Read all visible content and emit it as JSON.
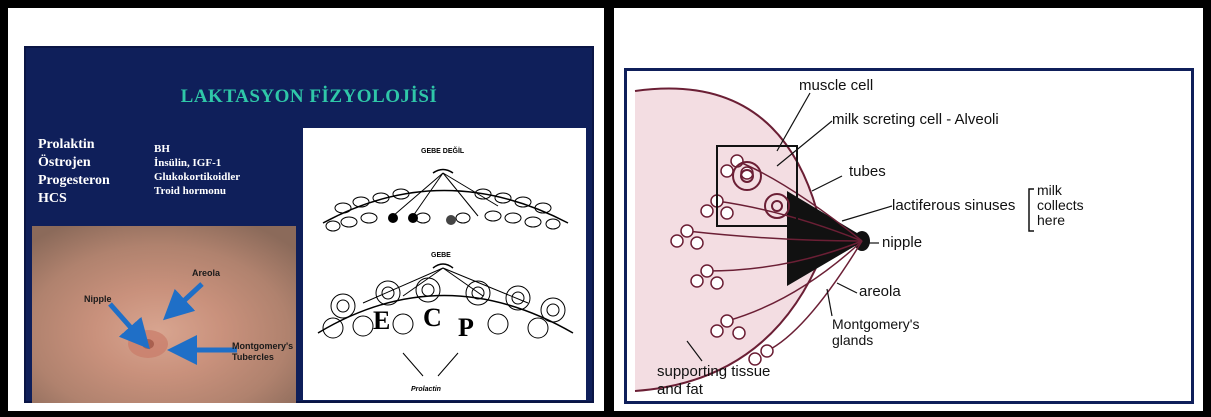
{
  "left_slide": {
    "title": "LAKTASYON FİZYOLOJİSİ",
    "primary_hormones": [
      "Prolaktin",
      "Östrojen",
      "Progesteron",
      "HCS"
    ],
    "secondary_hormones": [
      "BH",
      "İnsülin, IGF-1",
      "Glukokortikoidler",
      "Troid hormonu"
    ],
    "photo_labels": {
      "nipple": "Nipple",
      "areola": "Areola",
      "montgomery_line1": "Montgomery's",
      "montgomery_line2": "Tubercles"
    },
    "sketch_labels": {
      "not_pregnant": "GEBE DEĞİL",
      "pregnant": "GEBE",
      "prolactin": "Prolactin",
      "letter_e": "E",
      "letter_c": "C",
      "letter_p": "P"
    }
  },
  "right_diagram": {
    "labels": {
      "muscle_cell": "muscle cell",
      "milk_secreting": "milk screting cell - Alveoli",
      "tubes": "tubes",
      "lactiferous": "lactiferous sinuses",
      "milk_collects_1": "milk",
      "milk_collects_2": "collects",
      "milk_collects_3": "here",
      "nipple": "nipple",
      "areola": "areola",
      "montgomery_1": "Montgomery's",
      "montgomery_2": "glands",
      "supporting_1": "supporting tissue",
      "supporting_2": "and fat"
    }
  },
  "colors": {
    "slide_bg": "#0f1f5a",
    "title": "#2fc7a8",
    "arrow": "#1f6fc7"
  }
}
